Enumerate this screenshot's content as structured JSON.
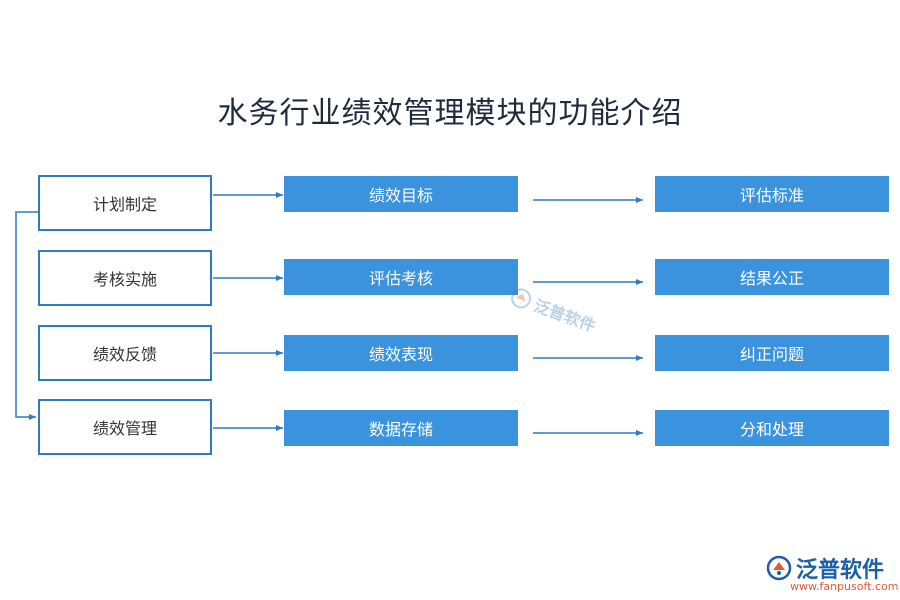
{
  "title": "水务行业绩效管理模块的功能介绍",
  "left_items": [
    {
      "label": "计划制定"
    },
    {
      "label": "考核实施"
    },
    {
      "label": "绩效反馈"
    },
    {
      "label": "绩效管理"
    }
  ],
  "middle_items": [
    {
      "label": "绩效目标"
    },
    {
      "label": "评估考核"
    },
    {
      "label": "绩效表现"
    },
    {
      "label": "数据存储"
    }
  ],
  "right_items": [
    {
      "label": "评估标准"
    },
    {
      "label": "结果公正"
    },
    {
      "label": "纠正问题"
    },
    {
      "label": "分和处理"
    }
  ],
  "watermark": {
    "text": "泛普软件"
  },
  "logo": {
    "text": "泛普软件",
    "url": "www.fanpusoft.com"
  },
  "colors": {
    "box_blue": "#3a93dc",
    "border_blue": "#2e7bbf",
    "arrow": "#2e7bbf",
    "title": "#1f2b3e"
  }
}
